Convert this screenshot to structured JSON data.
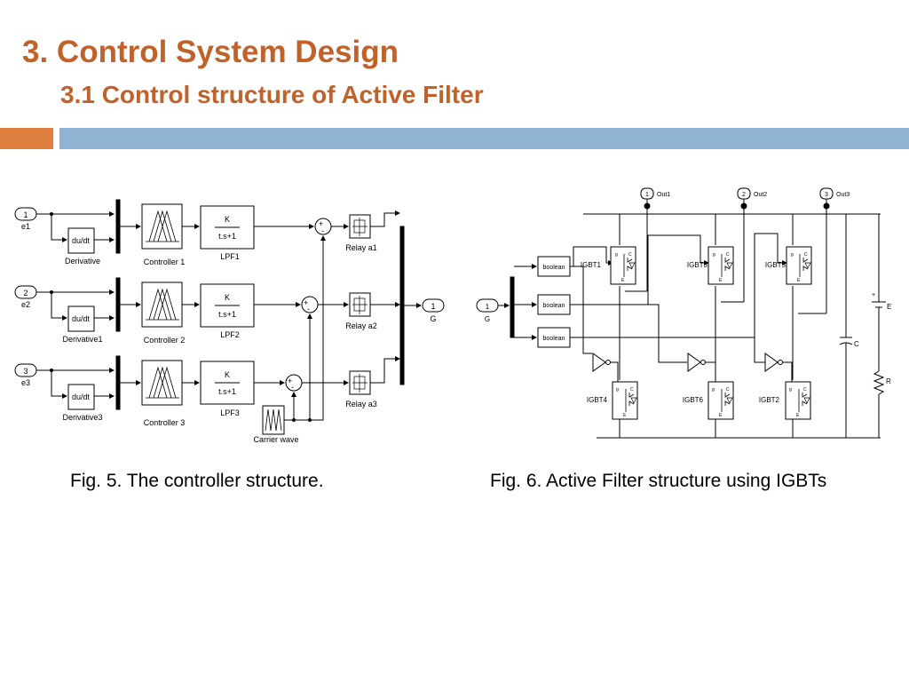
{
  "slide": {
    "title": "3. Control System Design",
    "subtitle": "3.1 Control structure of Active Filter"
  },
  "figure5": {
    "caption": "Fig. 5. The controller structure.",
    "inputs": [
      {
        "port": "1",
        "label": "e1"
      },
      {
        "port": "2",
        "label": "e2"
      },
      {
        "port": "3",
        "label": "e3"
      }
    ],
    "derivative_text": "du/dt",
    "derivatives": [
      "Derivative",
      "Derivative1",
      "Derivative3"
    ],
    "controllers": [
      "Controller 1",
      "Controller 2",
      "Controller 3"
    ],
    "lpf_num": "K",
    "lpf_den": "t.s+1",
    "lpfs": [
      "LPF1",
      "LPF2",
      "LPF3"
    ],
    "relays": [
      "Relay a1",
      "Relay a2",
      "Relay a3"
    ],
    "sum_plus": "+",
    "sum_minus": "-",
    "carrier": "Carrier wave",
    "output": {
      "port": "1",
      "label": "G"
    }
  },
  "figure6": {
    "caption": "Fig. 6. Active Filter structure using IGBTs",
    "input": {
      "port": "1",
      "label": "G"
    },
    "boolean_text": "boolean",
    "outs": [
      {
        "port": "1",
        "label": "Out1"
      },
      {
        "port": "2",
        "label": "Out2"
      },
      {
        "port": "3",
        "label": "Out3"
      }
    ],
    "igbts_top": [
      "IGBT1",
      "IGBT3",
      "IGBT5"
    ],
    "igbts_bottom": [
      "IGBT4",
      "IGBT6",
      "IGBT2"
    ],
    "pin_g": "g",
    "pin_c": "C",
    "pin_e": "E",
    "source_label": "E",
    "cap_label": "C",
    "res_label": "R"
  }
}
